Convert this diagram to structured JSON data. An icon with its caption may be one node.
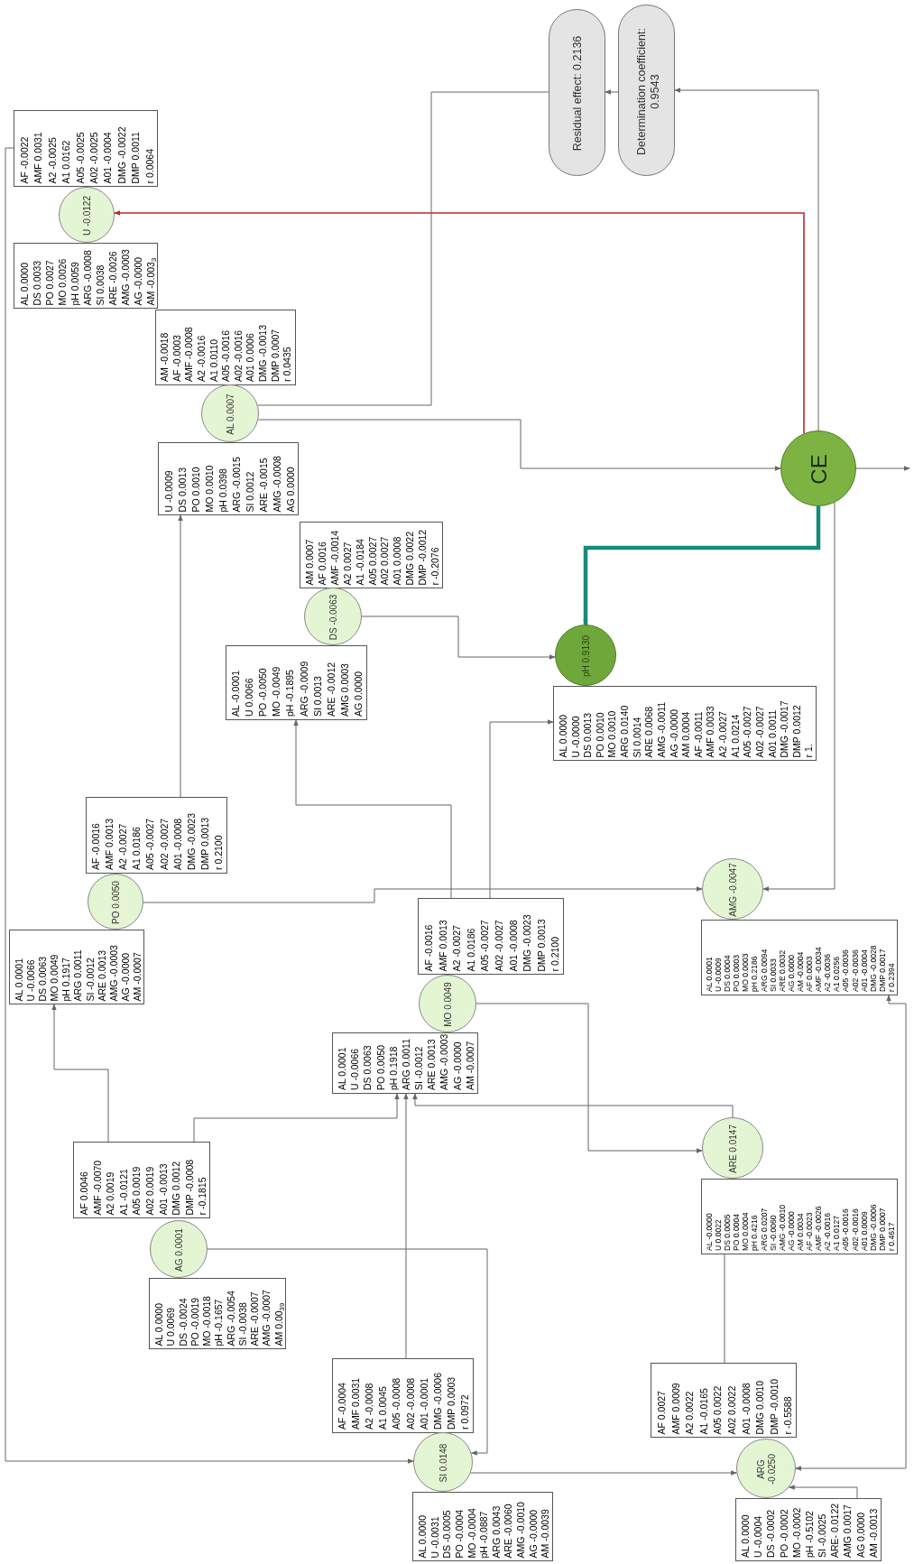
{
  "diagram": {
    "nodes": [
      {
        "text": [
          "Residual effect: 0.2136"
        ]
      },
      {
        "text": [
          "Determination coefficient: 0.9543"
        ]
      },
      {
        "text": [
          "AF -0.0022",
          "AMF 0.0031",
          "A2 -0.0025",
          "A1 0.0162",
          "A05 -0.0025",
          "A02 -0.0025",
          "A01 -0.0004",
          "DMG -0.0022",
          "DMP 0.0011",
          "r 0.0064"
        ]
      },
      {
        "text": [
          "U -0.0122"
        ]
      },
      {
        "text": [
          "AL 0.0000",
          "DS 0.0033",
          "PO 0.0027",
          "MO 0.0026",
          "pH 0.0059",
          "ARG -0.0008",
          "SI 0.0038",
          "ARE -0.0026",
          "AMG -0.0003",
          "AG -0.0000",
          "AM -0.003$_{3}$"
        ]
      },
      {
        "text": [
          "AM -0.0018",
          "AF -0.0003",
          "AMF -0.0008",
          "A2 -0.0016",
          "A1 0.0110",
          "A05 -0.0016",
          "A02 -0.0016",
          "A01 0.0006",
          "DMG -0.0013",
          "DMP 0.0007",
          "r 0.0435"
        ]
      },
      {
        "text": [
          "AL 0.0007"
        ]
      },
      {
        "text": [
          "U -0.0009",
          "DS 0.0013",
          "PO 0.0010",
          "MO 0.0010",
          "pH 0.0398",
          "ARG -0.0015",
          "SI 0.0012",
          "ARE -0.0015",
          "AMG -0.0008",
          "AG 0.0000"
        ]
      },
      {
        "text": [
          "CE"
        ]
      },
      {
        "text": [
          "AM 0.0007",
          "AF 0.0016",
          "AMF -0.0014",
          "A2 0.0027",
          "A1 -0.0184",
          "A05 0.0027",
          "A02 0.0027",
          "A01 0.0008",
          "DMG 0.0022",
          "DMP -0.0012",
          "r -0.2076"
        ]
      },
      {
        "text": [
          "DS -0.0063"
        ]
      },
      {
        "text": [
          "AL -0.0001",
          "U 0.0066",
          "PO -0.0050",
          "MO -0.0049",
          "pH -0.1895",
          "ARG -0.0009",
          "SI 0.0013",
          "ARE -0.0012",
          "AMG 0.0003",
          "AG 0.0000"
        ]
      },
      {
        "text": [
          "pH 0.9130"
        ]
      },
      {
        "text": [
          "AL 0.0000",
          "U -0.0000",
          "DS 0.0013",
          "PO 0.0010",
          "MO 0.0010",
          "ARG 0.0140",
          "SI 0.0014",
          "ARE 0.0068",
          "AMG -0.0011",
          "AG -0.0000",
          "AM 0.0004",
          "AF -0.0011",
          "AMF 0.0033",
          "A2 -0.0027",
          "A1 0.0214",
          "A05 -0.0027",
          "A02 -0.0027",
          "A01 0.0011",
          "DMG -0.0017",
          "DMP 0.0012",
          "r 1."
        ]
      },
      {
        "text": [
          "AF -0.0016",
          "AMF 0.0013",
          "A2 -0.0027",
          "A1 0.0186",
          "A05 -0.0027",
          "A02 -0.0027",
          "A01 -0.0008",
          "DMG -0.0023",
          "DMP 0.0013",
          "r 0.2100"
        ]
      },
      {
        "text": [
          "PO 0.0050"
        ]
      },
      {
        "text": [
          "AL 0.0001",
          "U -0.0066",
          "DS 0.0063",
          "MO 0.0049",
          "pH 0.1917",
          "ARG 0.0011",
          "SI -0.0012",
          "ARE 0.0013",
          "AMG -0.0003",
          "AG -0.0000",
          "AM -0.0007"
        ]
      },
      {
        "text": [
          "AF -0.0016",
          "AMF 0.0013",
          "A2 -0.0027",
          "A1 0.0186",
          "A05 -0.0027",
          "A02 -0.0027",
          "A01 -0.0008",
          "DMG -0.0023",
          "DMP 0.0013",
          "r 0.2100"
        ]
      },
      {
        "text": [
          "MO 0.0049"
        ]
      },
      {
        "text": [
          "AL 0.0001",
          "U -0.0066",
          "DS 0.0063",
          "PO 0.0050",
          "pH 0.1918",
          "ARG 0.0011",
          "SI -0.0012",
          "ARE 0.0013",
          "AMG -0.0003",
          "AG -0.0000",
          "AM -0.0007"
        ]
      },
      {
        "text": [
          "AMG -0.0047"
        ]
      },
      {
        "text": [
          "AL 0.0001",
          "U -0.0009",
          "DS 0.0004",
          "PO 0.0003",
          "MO 0.0003",
          "pH 0.2186",
          "ARG 0.0094",
          "SI 0.0033",
          "ARE 0.0032",
          "AG 0.0000",
          "AM -0.0004",
          "AF 0.0003",
          "AMF -0.0034",
          "A2 -0.0036",
          "A1 0.0256",
          "A05 -0.0036",
          "A02 -0.0036",
          "A01 -0.0004",
          "DMG -0.0028",
          "DMP 0.0017",
          "r 0.2394"
        ]
      },
      {
        "text": [
          "AF 0.0046",
          "AMF -0.0070",
          "A2 0.0019",
          "A1 -0.0121",
          "A05 0.0019",
          "A02 0.0019",
          "A01 -0.0013",
          "DMG 0.0012",
          "DMP -0.0008",
          "r -0.1815"
        ]
      },
      {
        "text": [
          "AG 0.0001"
        ]
      },
      {
        "text": [
          "AL 0.0000",
          "U 0.0069",
          "DS -0.0024",
          "PO -0.0019",
          "MO -0.0018",
          "pH -0.1657",
          "ARG -0.0054",
          "SI -0.0038",
          "ARE -0.0007",
          "AMG -0.0007",
          "AM 0.00$_{39}$"
        ]
      },
      {
        "text": [
          "ARE 0.0147"
        ]
      },
      {
        "text": [
          "AL -0.0000",
          "U 0.0022",
          "DS 0.0005",
          "PO 0.0004",
          "MO 0.0004",
          "pH 0.4216",
          "ARG 0.0207",
          "SI -0.0060",
          "AMG -0.0010",
          "AG -0.0000",
          "AM 0.0034",
          "AF -0.0023",
          "AMF -0.0026",
          "A2 -0.0016",
          "A1 0.0127",
          "A05 -0.0016",
          "A02 -0.0016",
          "A01 0.0009",
          "DMG -0.0006",
          "DMP 0.0007",
          "r 0.4617"
        ]
      },
      {
        "text": [
          "AF -0.0004",
          "AMF 0.0031",
          "A2 -0.0008",
          "A1 0.0045",
          "A05 -0.0008",
          "A02 -0.0008",
          "A01 -0.0001",
          "DMG -0.0006",
          "DMP 0.0003",
          "r 0.0972"
        ]
      },
      {
        "text": [
          "SI 0.0148"
        ]
      },
      {
        "text": [
          "AL 0.0000",
          "U -0.0031",
          "DS -0.0005",
          "PO -0.0004",
          "MO -0.0004",
          "pH -0.0887",
          "ARG 0.0043",
          "ARE -0.0060",
          "AMG -0.0010",
          "AG -0.0000",
          "AM -0.0039"
        ]
      },
      {
        "text": [
          "AF 0.0027",
          "AMF 0.0009",
          "A2 0.0022",
          "A1 -0.0165",
          "A05 0.0022",
          "A02 0.0022",
          "A01 -0.0008",
          "DMG 0.0010",
          "DMP -0.0010",
          "r -0.5588"
        ]
      },
      {
        "text": [
          "ARG -0.0250"
        ]
      },
      {
        "text": [
          "AL 0.0000",
          "U -0.0004",
          "DS -0.0002",
          "PO -0.0002",
          "MO -0.0002",
          "pH -0.5102",
          "SI -0.0025",
          "ARE- 0.0122",
          "AMG 0.0017",
          "AG 0.0000",
          "AM -0.0013"
        ]
      }
    ],
    "edges": [
      {
        "from": 2,
        "to": 28,
        "arrow": "to"
      },
      {
        "from": 8,
        "to": 3,
        "arrow": "to",
        "color": "#c0272d"
      },
      {
        "from": 8,
        "to": 12,
        "arrow": "to",
        "style": "thick",
        "color": "#178a7b"
      },
      {
        "from": 6,
        "to": 8,
        "arrow": "to"
      },
      {
        "from": 6,
        "to": 0,
        "arrow": "none"
      },
      {
        "from": 1,
        "to": 0,
        "arrow": "to"
      },
      {
        "from": 8,
        "to": 1,
        "arrow": "to"
      },
      {
        "from": 8,
        "to": null,
        "arrow": "to"
      },
      {
        "from": 8,
        "to": 20,
        "arrow": "to"
      },
      {
        "from": 10,
        "to": 12,
        "arrow": "to"
      },
      {
        "from": 14,
        "to": 7,
        "arrow": "to"
      },
      {
        "from": 17,
        "to": 13,
        "arrow": "to"
      },
      {
        "from": 17,
        "to": 11,
        "arrow": "to"
      },
      {
        "from": 15,
        "to": 20,
        "arrow": "to"
      },
      {
        "from": 22,
        "to": 16,
        "arrow": "to"
      },
      {
        "from": 22,
        "to": 19,
        "arrow": "to"
      },
      {
        "from": 25,
        "to": 19,
        "arrow": "to"
      },
      {
        "from": 27,
        "to": 19,
        "arrow": "to"
      },
      {
        "from": 18,
        "to": 25,
        "arrow": "to"
      },
      {
        "from": 23,
        "to": 28,
        "arrow": "to"
      },
      {
        "from": 28,
        "to": 31,
        "arrow": "to"
      },
      {
        "from": 21,
        "to": 31,
        "arrow": "both"
      },
      {
        "from": 26,
        "to": 30,
        "arrow": "none"
      },
      {
        "from": 32,
        "to": 31,
        "arrow": "to"
      }
    ]
  }
}
